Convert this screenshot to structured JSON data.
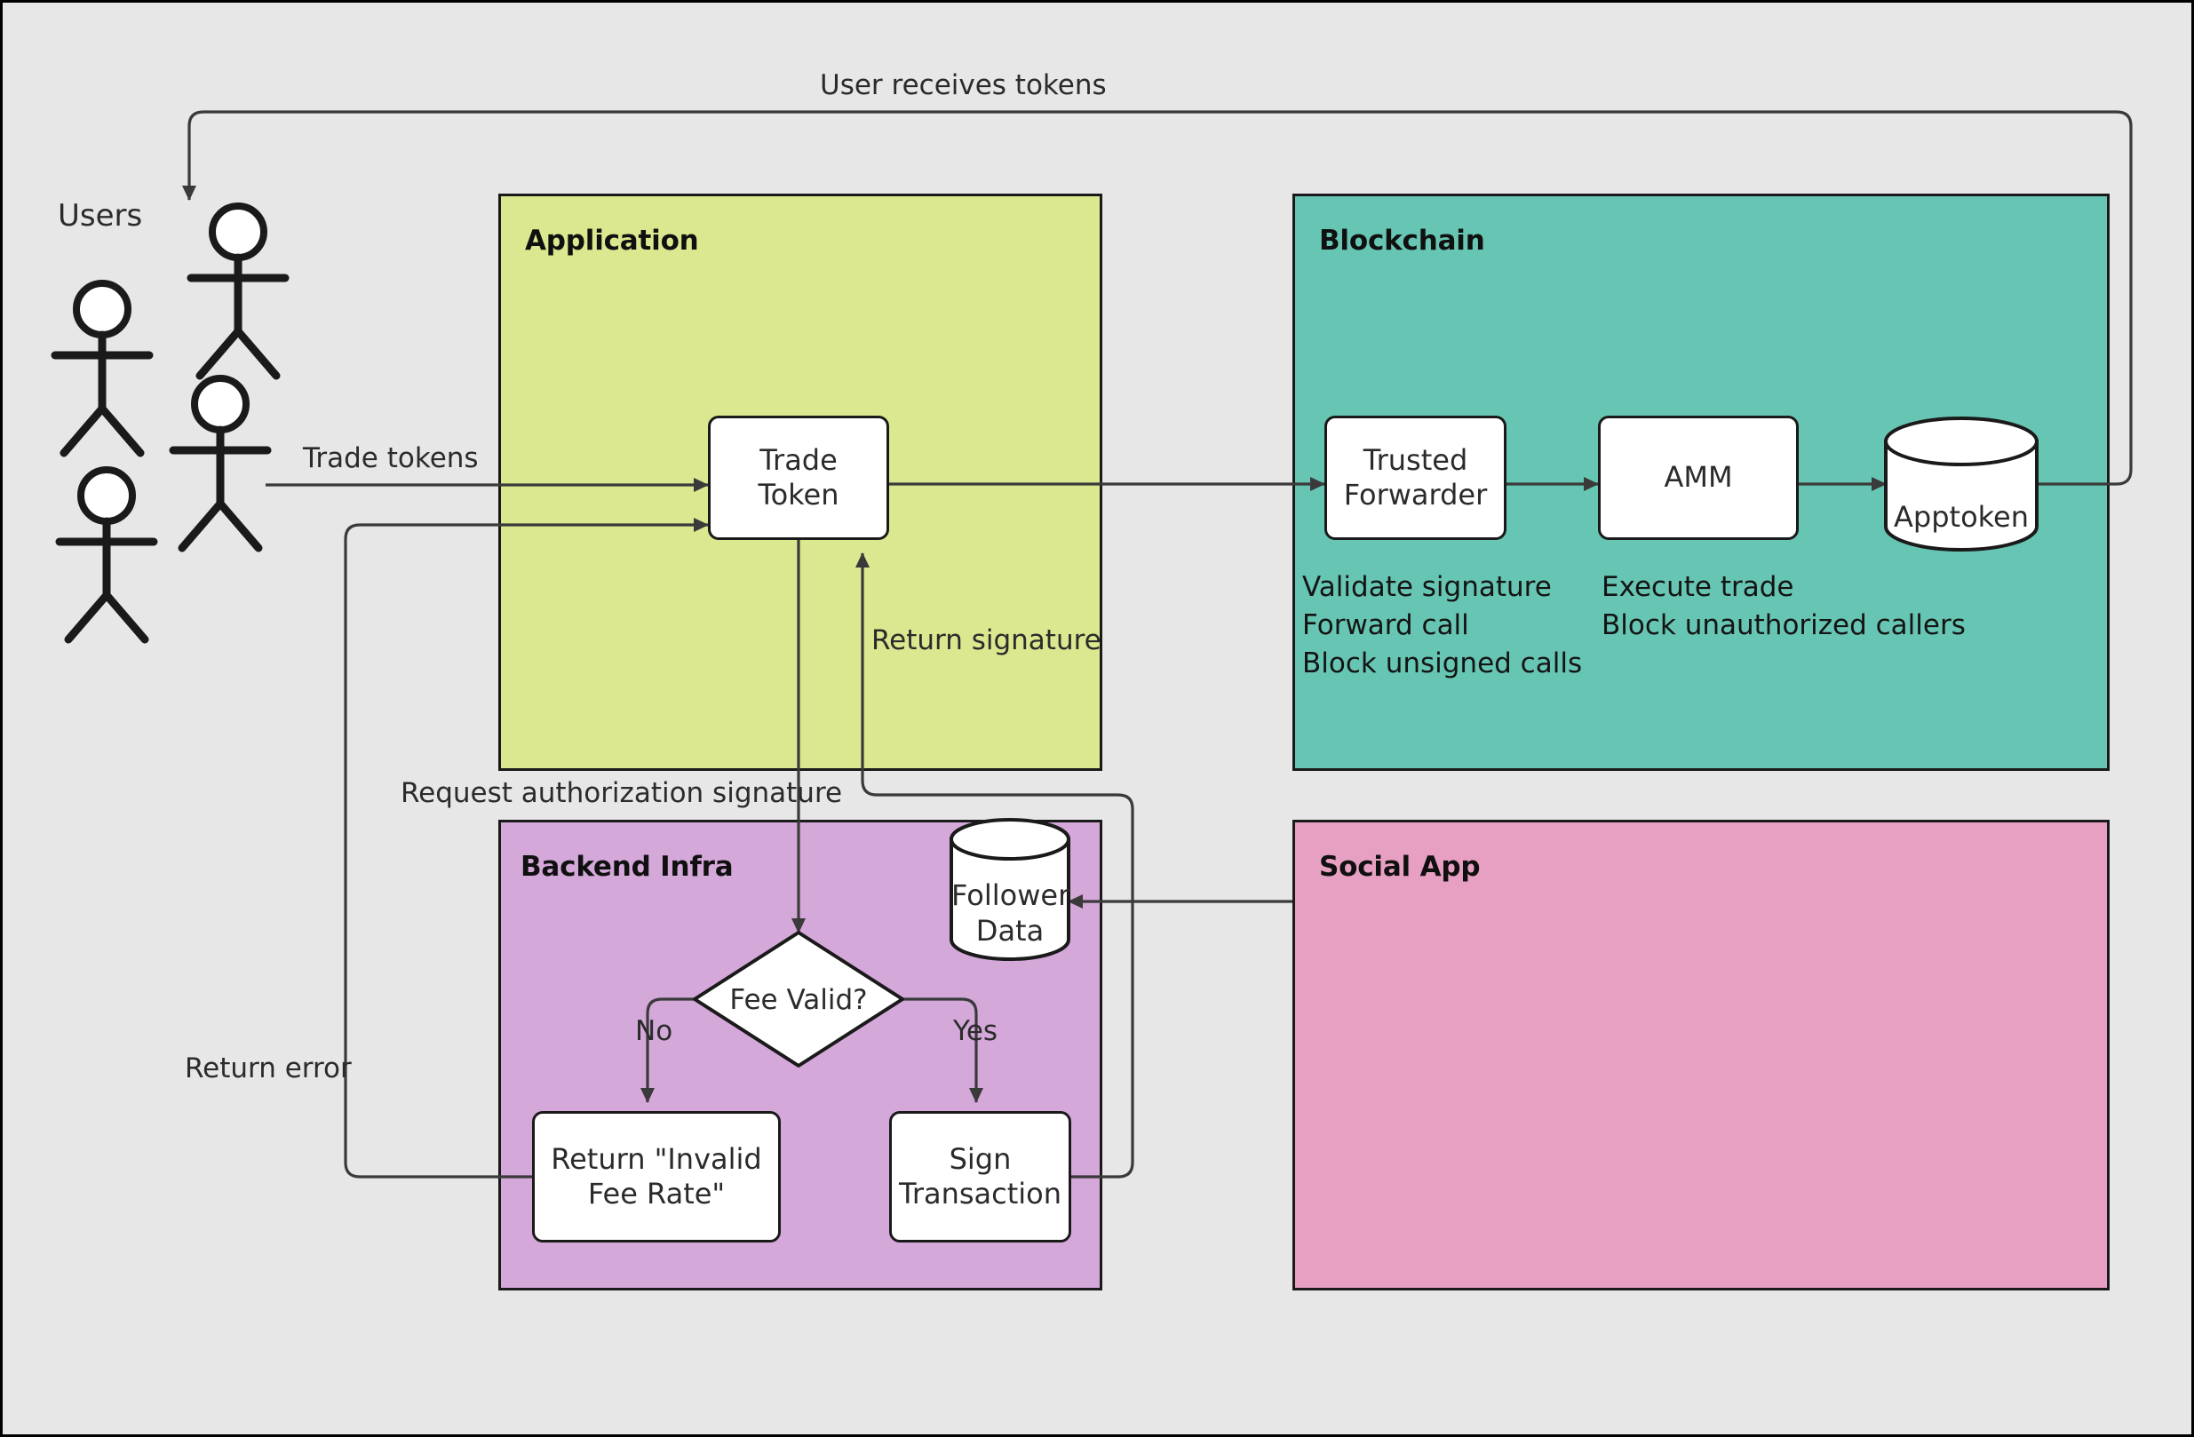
{
  "diagram": {
    "title": "Token trading architecture flow",
    "background_color": "#e7e7e7"
  },
  "actors": {
    "label": "Users",
    "count": 4
  },
  "groups": [
    {
      "id": "application",
      "label": "Application",
      "color": "#dce88f"
    },
    {
      "id": "blockchain",
      "label": "Blockchain",
      "color": "#67c6b3"
    },
    {
      "id": "backend",
      "label": "Backend Infra",
      "color": "#d5a8da"
    },
    {
      "id": "social",
      "label": "Social App",
      "color": "#e8a0c2"
    }
  ],
  "nodes": {
    "trade_token": {
      "line1": "Trade",
      "line2": "Token"
    },
    "trusted_forwarder": {
      "line1": "Trusted",
      "line2": "Forwarder"
    },
    "amm": {
      "line1": "AMM"
    },
    "apptoken": {
      "line1": "Apptoken"
    },
    "follower_data": {
      "line1": "Follower",
      "line2": "Data"
    },
    "fee_valid": {
      "line1": "Fee Valid?"
    },
    "return_invalid": {
      "line1": "Return \"Invalid",
      "line2": "Fee Rate\""
    },
    "sign_transaction": {
      "line1": "Sign",
      "line2": "Transaction"
    }
  },
  "edge_labels": {
    "user_receives_tokens": "User receives tokens",
    "trade_tokens": "Trade tokens",
    "return_signature": "Return signature",
    "request_authorization_signature": "Request authorization signature",
    "return_error": "Return error",
    "branch_no": "No",
    "branch_yes": "Yes"
  },
  "annotations": {
    "trusted_forwarder": "Validate signature\nForward call\nBlock unsigned calls",
    "amm": "Execute trade\nBlock unauthorized callers"
  },
  "colors": {
    "stroke": "#1a1a1a",
    "edge": "#3a3a3a",
    "text": "#2b2b2b",
    "application_fill": "#dce88f",
    "blockchain_fill": "#67c6b3",
    "backend_fill": "#d5a8da",
    "social_fill": "#e8a0c2",
    "node_fill": "#ffffff"
  }
}
